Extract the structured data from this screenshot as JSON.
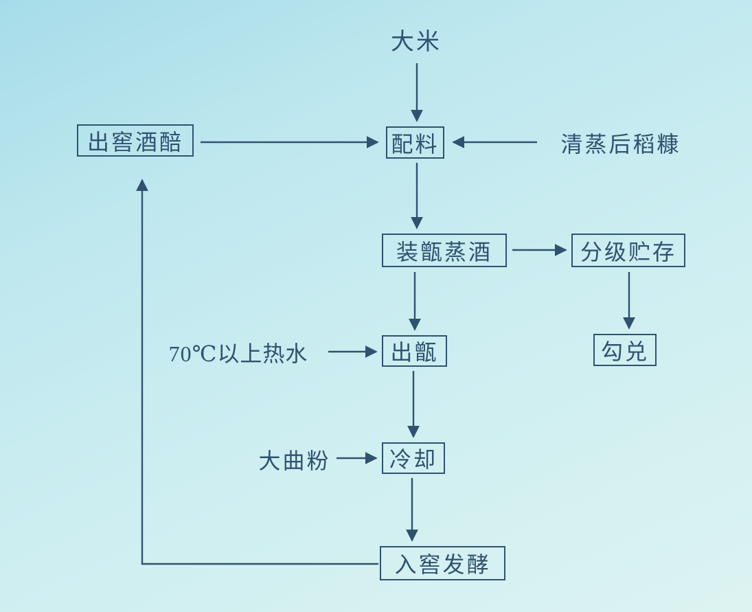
{
  "diagram": {
    "type": "flowchart",
    "subject": "液态法白酒(大米)生产工艺流程",
    "colors": {
      "ink": "#2f5270",
      "page_top": "#a6dce9",
      "page_bottom": "#dcf3f1"
    },
    "nodes": {
      "rice": {
        "label": "大米",
        "boxed": false
      },
      "chujiao": {
        "label": "出窖酒醅",
        "boxed": true
      },
      "peiliao": {
        "label": "配料",
        "boxed": true
      },
      "daokang": {
        "label": "清蒸后稻糠",
        "boxed": false
      },
      "zhuangzeng": {
        "label": "装甑蒸酒",
        "boxed": true
      },
      "fenji": {
        "label": "分级贮存",
        "boxed": true
      },
      "goudui": {
        "label": "勾兑",
        "boxed": true
      },
      "chuzeng": {
        "label": "出甑",
        "boxed": true
      },
      "hotwater": {
        "label": "70℃以上热水",
        "boxed": false
      },
      "lengque": {
        "label": "冷却",
        "boxed": true
      },
      "daqufen": {
        "label": "大曲粉",
        "boxed": false
      },
      "rujiao": {
        "label": "入窖发酵",
        "boxed": true
      }
    },
    "edges": [
      {
        "from": "大米",
        "to": "配料"
      },
      {
        "from": "出窖酒醅",
        "to": "配料"
      },
      {
        "from": "清蒸后稻糠",
        "to": "配料"
      },
      {
        "from": "配料",
        "to": "装甑蒸酒"
      },
      {
        "from": "装甑蒸酒",
        "to": "分级贮存"
      },
      {
        "from": "分级贮存",
        "to": "勾兑"
      },
      {
        "from": "装甑蒸酒",
        "to": "出甑"
      },
      {
        "from": "70℃以上热水",
        "to": "出甑"
      },
      {
        "from": "出甑",
        "to": "冷却"
      },
      {
        "from": "大曲粉",
        "to": "冷却"
      },
      {
        "from": "冷却",
        "to": "入窖发酵"
      },
      {
        "from": "入窖发酵",
        "to": "出窖酒醅"
      }
    ]
  }
}
